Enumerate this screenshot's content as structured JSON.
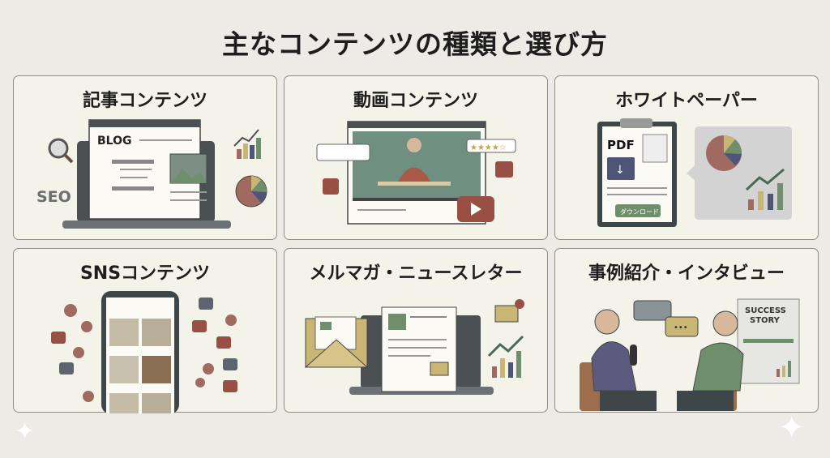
{
  "title": "主なコンテンツの種類と選び方",
  "cards": [
    {
      "heading": "記事コンテンツ",
      "labels": {
        "blog": "BLOG",
        "seo": "SEO"
      }
    },
    {
      "heading": "動画コンテンツ",
      "labels": {
        "rating": "★★★★☆"
      }
    },
    {
      "heading": "ホワイトペーパー",
      "labels": {
        "pdf": "PDF",
        "download": "ダウンロード"
      }
    },
    {
      "heading": "SNSコンテンツ",
      "labels": {}
    },
    {
      "heading": "メルマガ・ニュースレター",
      "labels": {}
    },
    {
      "heading": "事例紹介・インタビュー",
      "labels": {
        "story1": "SUCCESS",
        "story2": "STORY"
      }
    }
  ],
  "colors": {
    "green": "#6f8f6c",
    "red": "#a06a60",
    "yellow": "#c9b574",
    "navy": "#4d5578",
    "dark": "#3f4648"
  }
}
